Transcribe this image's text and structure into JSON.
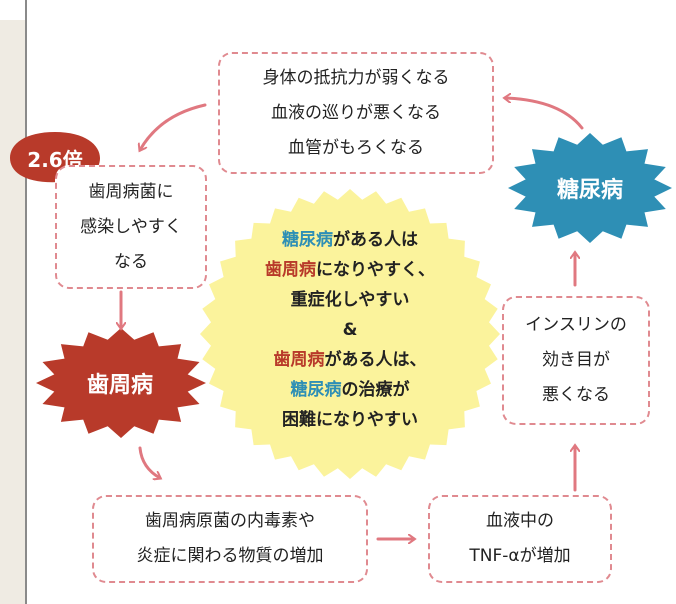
{
  "top_box": {
    "lines": [
      "身体の抵抗力が弱くなる",
      "血液の巡りが悪くなる",
      "血管がもろくなる"
    ]
  },
  "left_box": {
    "lines": [
      "歯周病菌に",
      "感染しやすく",
      "なる"
    ]
  },
  "badge": {
    "text": "2.6倍"
  },
  "periodontal_burst": {
    "label": "歯周病"
  },
  "diabetes_burst": {
    "label": "糖尿病"
  },
  "right_box": {
    "lines": [
      "インスリンの",
      "効き目が",
      "悪くなる"
    ]
  },
  "bottom_left_box": {
    "lines": [
      "歯周病原菌の内毒素や",
      "炎症に関わる物質の増加"
    ]
  },
  "bottom_right_box": {
    "lines": [
      "血液中の",
      "TNF-αが増加"
    ]
  },
  "center": {
    "l1a": "糖尿病",
    "l1b": "がある人は",
    "l2a": "歯周病",
    "l2b": "になりやすく、",
    "l3": "重症化しやすい",
    "l4": "&",
    "l5a": "歯周病",
    "l5b": "がある人は、",
    "l6a": "糖尿病",
    "l6b": "の治療が",
    "l7": "困難になりやすい"
  },
  "colors": {
    "red": "#b83a2a",
    "blue": "#2e8fb5",
    "yellow": "#fbf39c",
    "arrow": "#e07880",
    "dash": "#e08a90"
  }
}
